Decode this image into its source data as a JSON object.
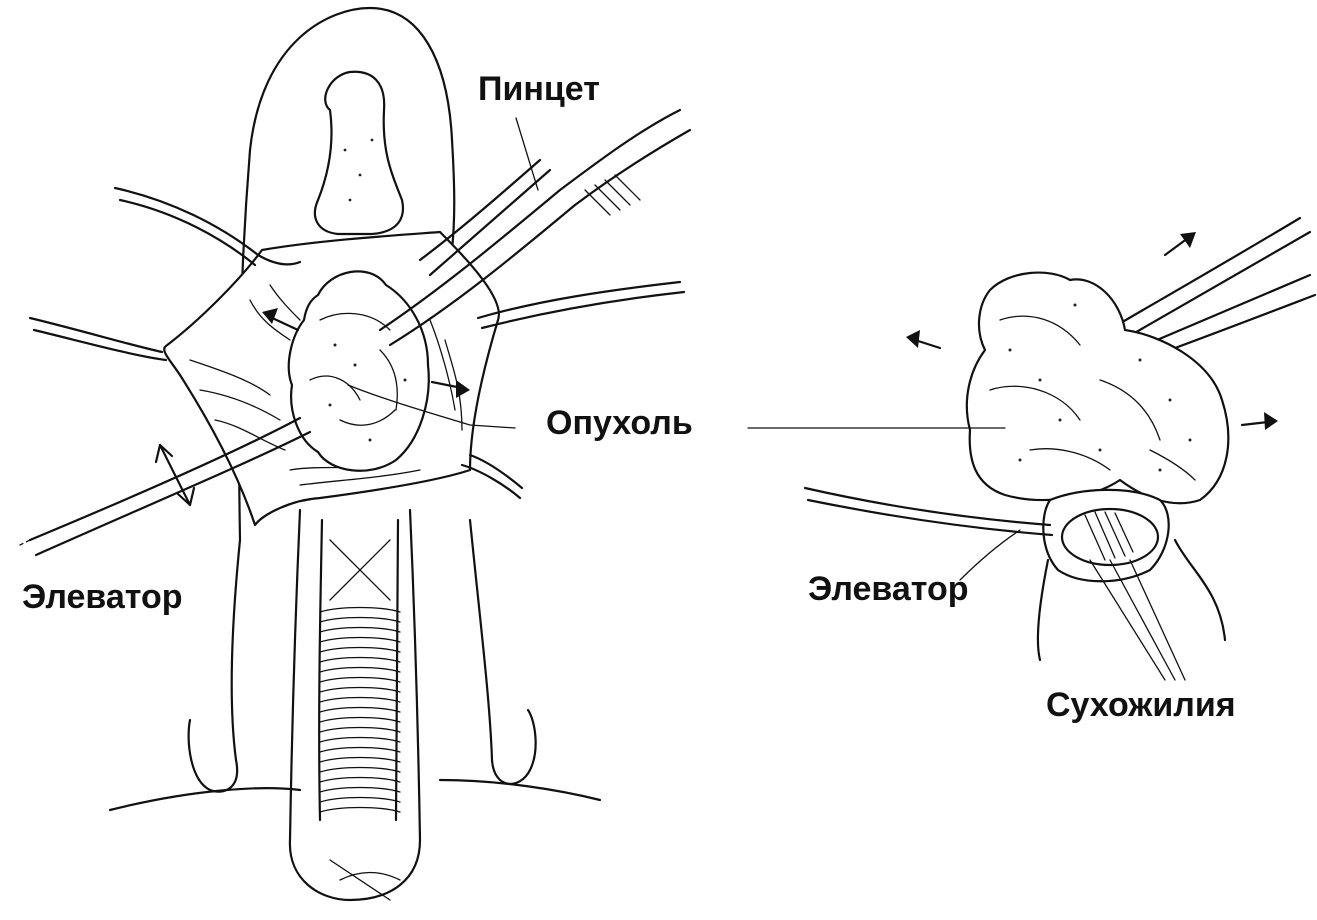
{
  "labels": {
    "forceps": "Пинцет",
    "tumor": "Опухоль",
    "elevator_left": "Элеватор",
    "elevator_right": "Элеватор",
    "tendons": "Сухожилия"
  },
  "colors": {
    "ink": "#111111",
    "background": "#ffffff"
  }
}
